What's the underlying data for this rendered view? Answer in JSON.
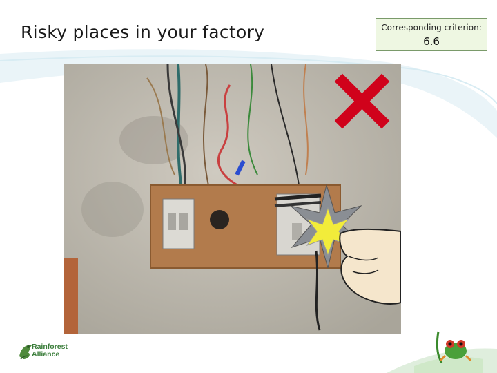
{
  "title": "Risky places in your factory",
  "criterion": {
    "label": "Corresponding criterion:",
    "value": "6.6"
  },
  "logo": {
    "line1": "Rainforest",
    "line2": "Alliance"
  },
  "photo": {
    "cross_color": "#d0021b",
    "burst_color": "#f2ec3a"
  }
}
